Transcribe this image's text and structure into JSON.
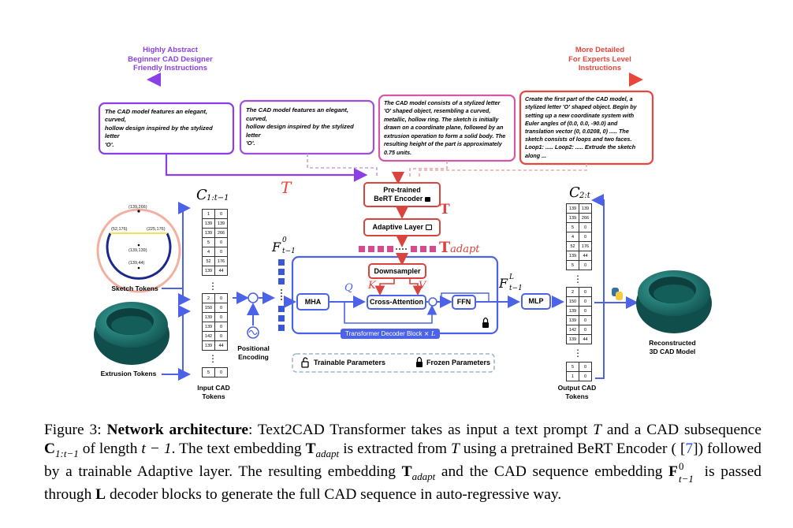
{
  "top_labels": {
    "left": [
      "Highly Abstract",
      "Beginner CAD Designer",
      "Friendly Instructions"
    ],
    "right": [
      "More Detailed",
      "For Experts Level",
      "Instructions"
    ]
  },
  "prompts": [
    [
      "The CAD model features an elegant, curved,",
      "hollow design inspired by the stylized letter",
      "'O'."
    ],
    [
      "The CAD model features an elegant, curved,",
      "hollow design inspired by the stylized letter",
      "'O'."
    ],
    [
      "The CAD model consists of a stylized letter",
      "'O' shaped object, resembling a curved,",
      "metallic, hollow ring. The sketch is initially",
      "drawn on a coordinate plane, followed by an",
      "extrusion operation to form a solid body. The",
      "resulting height of the part is approximately",
      "0.75 units."
    ],
    [
      "Create the first part of the CAD model, a",
      "stylized letter 'O' shaped object. Begin by",
      "setting up a new coordinate system with",
      "Euler angles of (0.0, 0.0, -90.0) and",
      "translation vector (0, 0.0208, 0) ..... The",
      "sketch consists of loops and two faces.",
      "Loop1: ..... Loop2: ..... Extrude the sketch",
      "along ..."
    ]
  ],
  "symbols": {
    "T": "T",
    "C_in": "C",
    "C_in_sub": "1:t−1",
    "C_out": "C",
    "C_out_sub": "2:t",
    "F0": "F",
    "F0_sup": "0",
    "F0_sub": "t−1",
    "FL": "F",
    "FL_sup": "L",
    "FL_sub": "t−1",
    "T_adapt": "T",
    "T_adapt_sub": "adapt",
    "Q": "Q",
    "K": "K",
    "V": "V",
    "plus": "+",
    "vdots": "⋮"
  },
  "blocks": {
    "bert": [
      "Pre-trained",
      "BeRT Encoder"
    ],
    "adaptive": "Adaptive Layer",
    "downsampler": "Downsampler",
    "mha": "MHA",
    "cross_attention": "Cross-Attention",
    "ffn": "FFN",
    "mlp": "MLP",
    "decoder_label": "Transformer Decoder Block",
    "decoder_times": "× L"
  },
  "left_labels": {
    "sketch_tokens": "Sketch Tokens",
    "extrusion_tokens": "Extrusion Tokens",
    "input_tokens": [
      "Input CAD",
      "Tokens"
    ],
    "positional": [
      "Positional",
      "Encoding"
    ]
  },
  "right_labels": {
    "output_tokens": [
      "Output CAD",
      "Tokens"
    ],
    "reconstructed": [
      "Reconstructed",
      "3D CAD Model"
    ]
  },
  "legend": {
    "trainable": "Trainable Parameters",
    "frozen": "Frozen Parameters"
  },
  "sketch_annotations": {
    "top": "(139,266)",
    "left": "(52,176)",
    "right": "(225,176)",
    "center": "(139,139)",
    "bottom": "(139,44)"
  },
  "input_tokens_top": [
    [
      "1",
      "0"
    ],
    [
      "139",
      "139"
    ],
    [
      "139",
      "266"
    ],
    [
      "5",
      "0"
    ],
    [
      "4",
      "0"
    ],
    [
      "52",
      "176"
    ],
    [
      "139",
      "44"
    ]
  ],
  "input_tokens_bottom": [
    [
      "2",
      "0"
    ],
    [
      "150",
      "0"
    ],
    [
      "139",
      "0"
    ],
    [
      "139",
      "0"
    ],
    [
      "142",
      "0"
    ],
    [
      "139",
      "44"
    ]
  ],
  "input_tokens_last": [
    [
      "5",
      "0"
    ]
  ],
  "output_tokens_top": [
    [
      "139",
      "139"
    ],
    [
      "139",
      "266"
    ],
    [
      "5",
      "0"
    ],
    [
      "4",
      "0"
    ],
    [
      "52",
      "176"
    ],
    [
      "139",
      "44"
    ],
    [
      "5",
      "0"
    ]
  ],
  "output_tokens_bottom": [
    [
      "2",
      "0"
    ],
    [
      "150",
      "0"
    ],
    [
      "139",
      "0"
    ],
    [
      "139",
      "0"
    ],
    [
      "142",
      "0"
    ],
    [
      "139",
      "44"
    ]
  ],
  "output_tokens_last": [
    [
      "5",
      "0"
    ],
    [
      "1",
      "0"
    ]
  ],
  "caption": {
    "p1": "Figure 3: ",
    "p2": "Network architecture",
    "p3": ": Text2CAD Transformer takes as input a text prompt ",
    "p4": "T",
    "p5": " and a CAD subsequence ",
    "p6": "C",
    "p7": "1:t−1",
    "p8": " of length ",
    "p9": "t − 1",
    "p10": ". The text embedding ",
    "p11": "T",
    "p12": "adapt",
    "p13": " is extracted from ",
    "p14": "T",
    "p15": " using a pretrained BeRT Encoder ( [",
    "p16": "7",
    "p17": "]) followed by a trainable Adaptive layer. The resulting embedding ",
    "p18": "T",
    "p19": "adapt",
    "p20": " and the CAD sequence embedding ",
    "p21": "F",
    "p22": "0",
    "p23": "t−1",
    "p24": " is passed through ",
    "p25": "L",
    "p26": " decoder blocks to generate the full CAD sequence in auto-regressive way."
  },
  "colors": {
    "purple": "#8b3fe6",
    "red": "#e8453c",
    "blue": "#4c63e8",
    "pink": "#d94a8a",
    "teal": "#1f6e6a"
  }
}
